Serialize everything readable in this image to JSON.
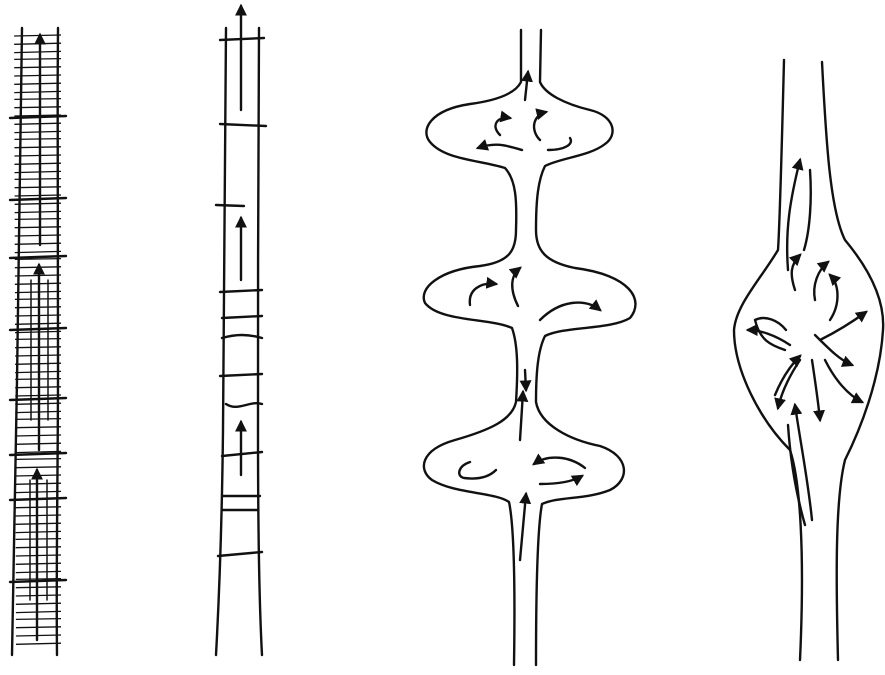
{
  "figure": {
    "panels": [
      {
        "id": "uniform-hatched-tube",
        "icon": "straight-tube-dense-bands-icon"
      },
      {
        "id": "uniform-banded-tube",
        "icon": "straight-tube-sparse-bands-icon"
      },
      {
        "id": "periodic-bulges-tube",
        "icon": "tube-with-three-bulges-icon"
      },
      {
        "id": "single-swelling-tube",
        "icon": "tube-with-single-swelling-icon"
      }
    ],
    "ink_color": "#111111",
    "background_color": "#ffffff"
  }
}
